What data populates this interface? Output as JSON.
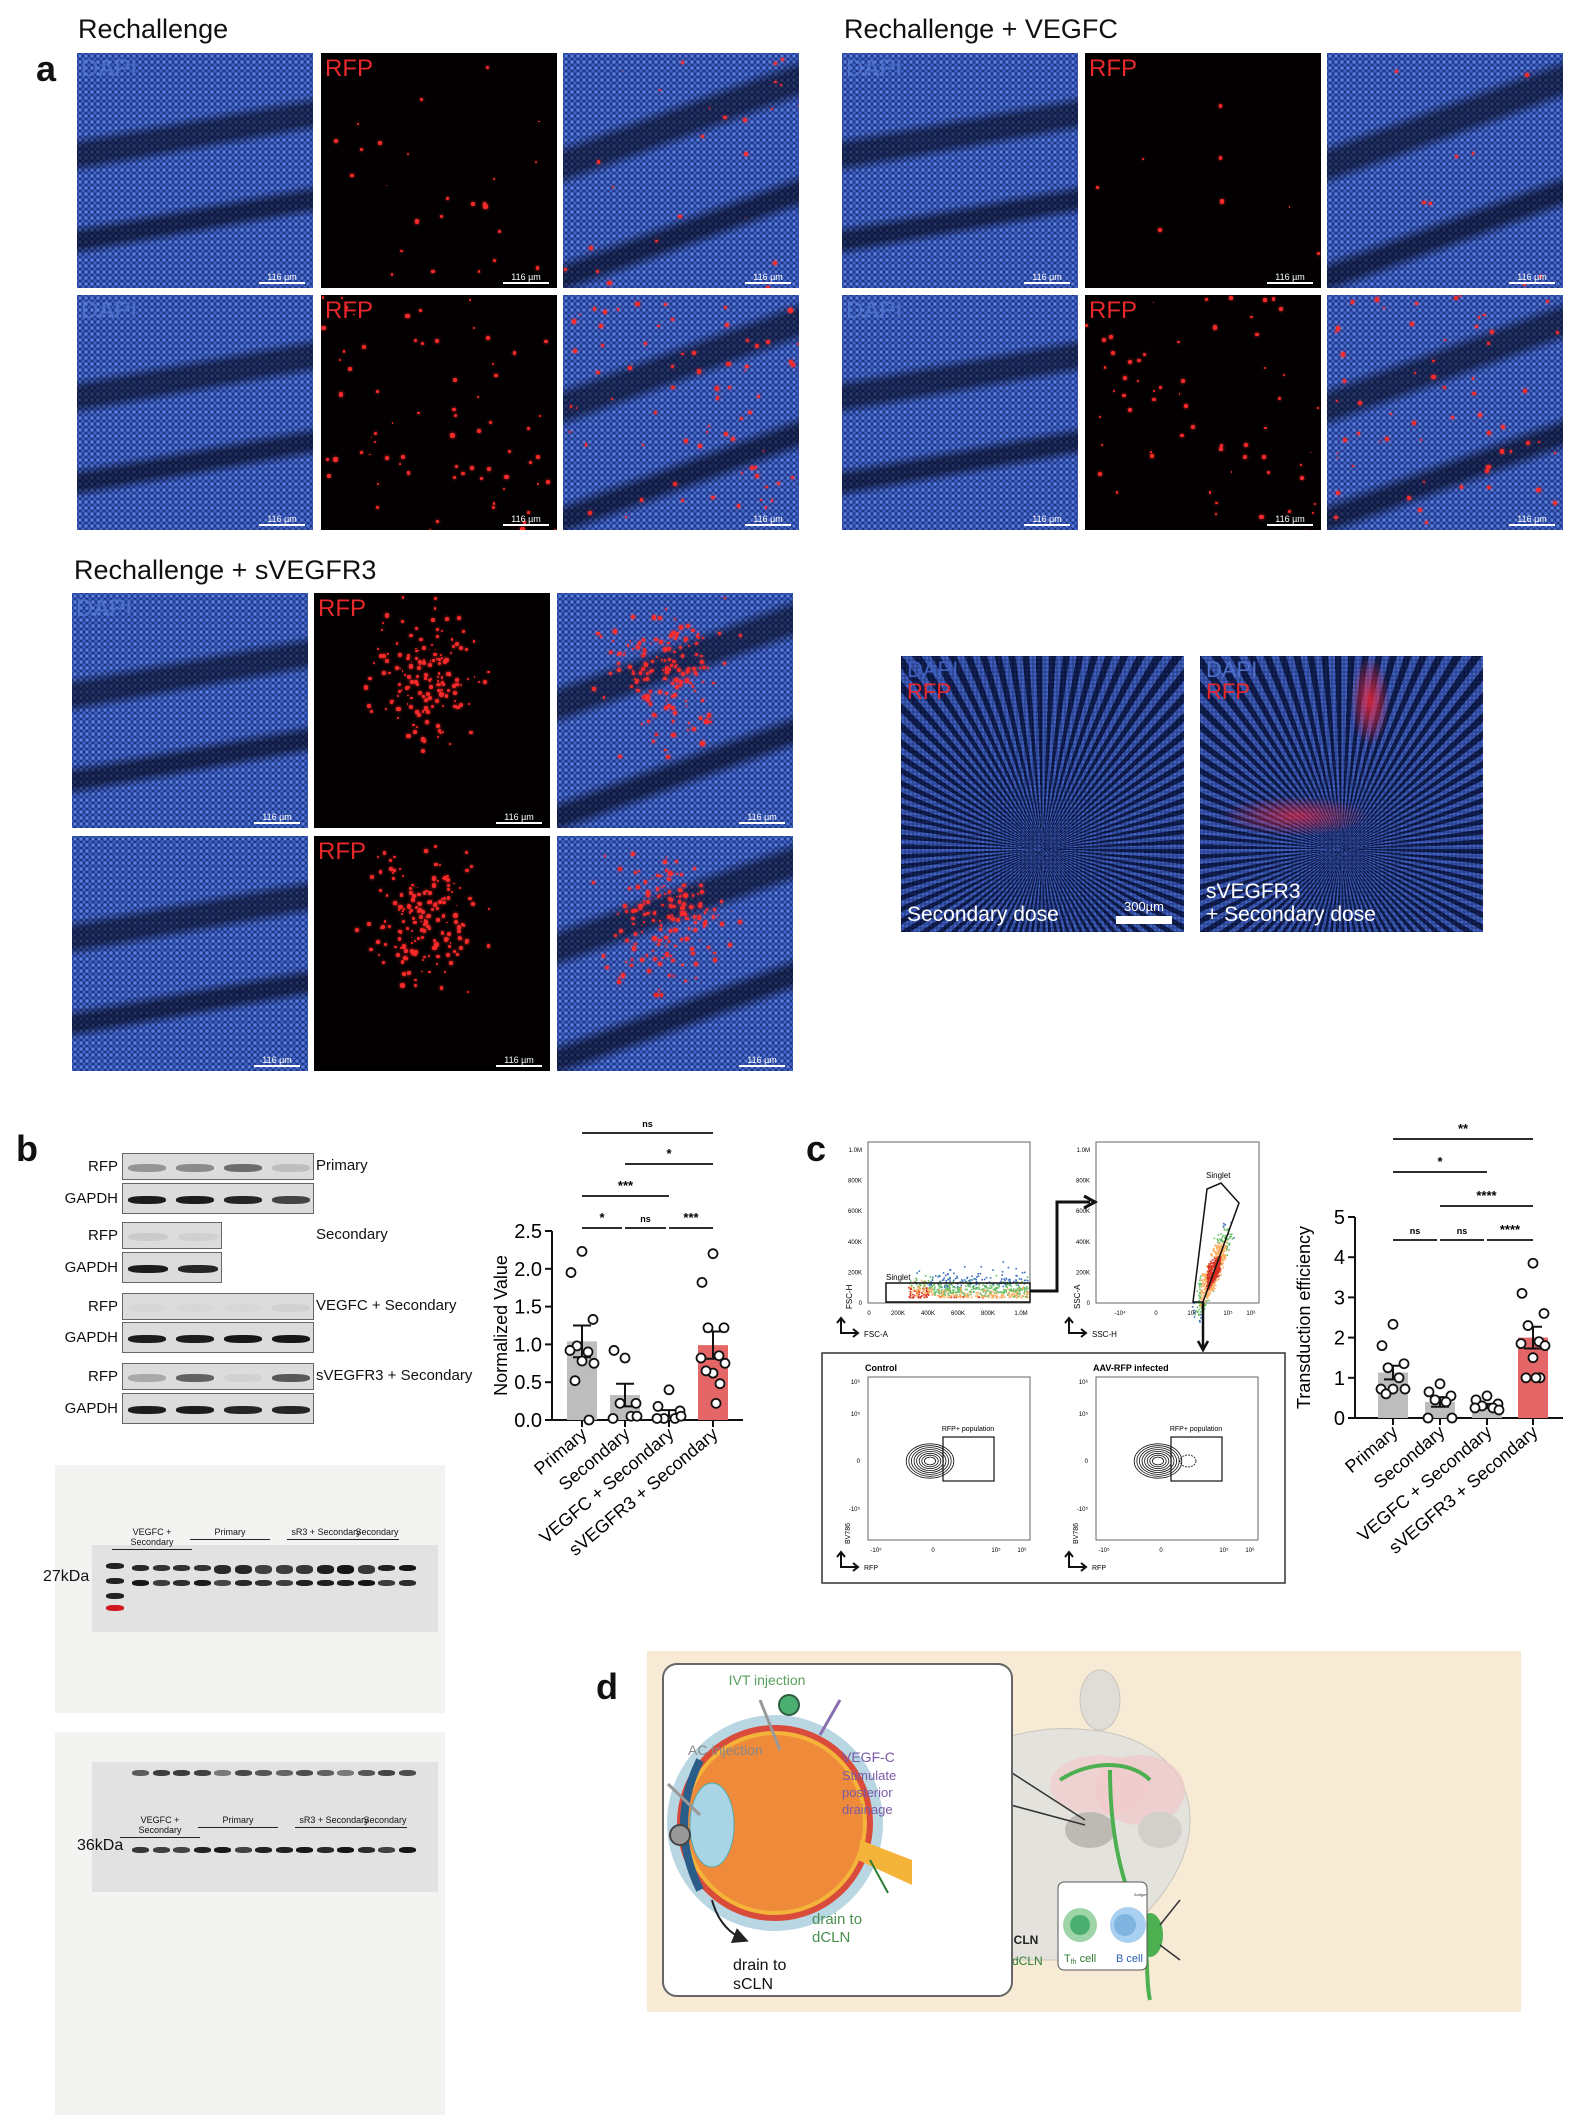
{
  "panel_a": {
    "label": "a",
    "scale_bar": "116 µm",
    "groups": [
      {
        "title": "Rechallenge",
        "rows": [
          [
            "DAPI",
            "RFP",
            ""
          ],
          [
            "DAPI",
            "RFP",
            ""
          ]
        ]
      },
      {
        "title": "Rechallenge + VEGFC",
        "rows": [
          [
            "DAPI",
            "RFP",
            ""
          ],
          [
            "DAPI",
            "RFP",
            ""
          ]
        ]
      },
      {
        "title": "Rechallenge + sVEGFR3",
        "rows": [
          [
            "DAPI",
            "RFP",
            ""
          ],
          [
            "",
            "RFP",
            ""
          ]
        ]
      }
    ],
    "flatmounts": [
      {
        "channel_1": "DAPI",
        "channel_2": "RFP",
        "caption_1": "Secondary dose",
        "caption_2": "",
        "scale_bar": "300µm"
      },
      {
        "channel_1": "DAPI",
        "channel_2": "RFP",
        "caption_1": "sVEGFR3",
        "caption_2": "+ Secondary dose",
        "scale_bar": ""
      }
    ]
  },
  "panel_b": {
    "label": "b",
    "row_labels": {
      "rfp": "RFP",
      "gapdh": "GAPDH"
    },
    "blots": [
      {
        "group": "Primary",
        "rfp_intensity": [
          0.35,
          0.4,
          0.55,
          0.15
        ],
        "gapdh_intensity": [
          0.95,
          0.95,
          0.9,
          0.75
        ]
      },
      {
        "group": "Secondary",
        "rfp_intensity": [
          0.08,
          0.06
        ],
        "gapdh_intensity": [
          0.95,
          0.9
        ]
      },
      {
        "group": "VEGFC + Secondary",
        "rfp_intensity": [
          0.03,
          0.02,
          0.02,
          0.05
        ],
        "gapdh_intensity": [
          0.95,
          0.95,
          0.98,
          0.98
        ]
      },
      {
        "group": "sVEGFR3 + Secondary",
        "rfp_intensity": [
          0.25,
          0.6,
          0.05,
          0.65
        ],
        "gapdh_intensity": [
          0.95,
          0.95,
          0.9,
          0.9
        ]
      }
    ],
    "full_blots": [
      {
        "marker": "27kDa",
        "lane_groups": [
          "VEGFC + Secondary",
          "Primary",
          "sR3 + Secondary",
          "Secondary"
        ]
      },
      {
        "marker": "36kDa",
        "lane_groups": [
          "VEGFC + Secondary",
          "Primary",
          "sR3 + Secondary",
          "Secondary"
        ]
      }
    ]
  },
  "panel_c": {
    "label": "c",
    "flow_top": [
      {
        "y_axis": "FSC-H",
        "x_axis": "FSC-A",
        "gate": "Singlet",
        "y_ticks": [
          "1.0M",
          "800K",
          "600K",
          "400K",
          "200K",
          "0"
        ],
        "x_ticks": [
          "0",
          "200K",
          "400K",
          "600K",
          "800K",
          "1.0M"
        ]
      },
      {
        "y_axis": "SSC-A",
        "x_axis": "SSC-H",
        "gate": "Singlet",
        "y_ticks": [
          "1.0M",
          "800K",
          "600K",
          "400K",
          "200K",
          "0"
        ],
        "x_ticks": [
          "-10⁴",
          "0",
          "10⁴",
          "10⁵",
          "10⁶"
        ]
      }
    ],
    "flow_bottom": [
      {
        "title": "Control",
        "y_axis": "BV786",
        "x_axis": "RFP",
        "gate": "RFP+ population",
        "y_ticks": [
          "10⁶",
          "10⁵",
          "0",
          "-10⁵"
        ],
        "x_ticks": [
          "-10⁵",
          "0",
          "10⁵",
          "10⁶"
        ]
      },
      {
        "title": "AAV-RFP infected",
        "y_axis": "BV786",
        "x_axis": "RFP",
        "gate": "RFP+ population",
        "y_ticks": [
          "10⁶",
          "10⁵",
          "0",
          "-10⁵"
        ],
        "x_ticks": [
          "-10⁵",
          "0",
          "10⁵",
          "10⁶"
        ]
      }
    ]
  },
  "panel_d": {
    "label": "d",
    "ivt": "IVT injection",
    "ac": "AC injection",
    "vegfc": [
      "VEGF-C",
      "Stimulate",
      "posterior",
      "drainage"
    ],
    "drain_dcln": [
      "drain to",
      "dCLN"
    ],
    "drain_scln": [
      "drain to",
      "sCLN"
    ],
    "scln": "sCLN",
    "dcln": "dCLN",
    "tfh": "T",
    "tfh_sub": "fh",
    "tfh_rest": " cell",
    "bcell": "B cell",
    "antigen": "Antigen",
    "colors": {
      "background": "#f7ebd6",
      "eye": "#ee8a3a",
      "lymph": "#4caf50",
      "bcell": "#5b9bd5"
    }
  },
  "chart_data": [
    {
      "type": "bar",
      "panel": "b",
      "title": "",
      "xlabel": "",
      "ylabel": "Normalized Value",
      "ylim": [
        0,
        2.5
      ],
      "yticks": [
        "0.0",
        "0.5",
        "1.0",
        "1.5",
        "2.0",
        "2.5"
      ],
      "categories": [
        "Primary",
        "Secondary",
        "VEGFC + Secondary",
        "sVEGFR3 + Secondary"
      ],
      "means": [
        1.04,
        0.33,
        0.08,
        0.99
      ],
      "sem": [
        0.21,
        0.15,
        0.05,
        0.18
      ],
      "points": [
        [
          2.23,
          1.95,
          1.33,
          0.98,
          0.9,
          0.92,
          0.75,
          0.78,
          0.52,
          0.0
        ],
        [
          0.82,
          0.92,
          0.22,
          0.22,
          0.05,
          0.02,
          0.05
        ],
        [
          0.4,
          0.18,
          0.12,
          0.02,
          0.02,
          0.02,
          0.05
        ],
        [
          2.2,
          1.82,
          1.22,
          1.22,
          0.85,
          0.82,
          0.75,
          0.62,
          0.65,
          0.48,
          0.22
        ]
      ],
      "bar_colors": [
        "#bdbdbd",
        "#bdbdbd",
        "#bdbdbd",
        "#e46666"
      ],
      "significance": [
        {
          "from": 0,
          "to": 3,
          "label": "ns"
        },
        {
          "from": 1,
          "to": 3,
          "label": "*"
        },
        {
          "from": 0,
          "to": 2,
          "label": "***"
        },
        {
          "from": 0,
          "to": 1,
          "label": "*"
        },
        {
          "from": 1,
          "to": 2,
          "label": "ns"
        },
        {
          "from": 2,
          "to": 3,
          "label": "***"
        }
      ]
    },
    {
      "type": "bar",
      "panel": "c",
      "title": "",
      "xlabel": "",
      "ylabel": "Transduction efficiency",
      "ylim": [
        0,
        5
      ],
      "yticks": [
        "0",
        "1",
        "2",
        "3",
        "4",
        "5"
      ],
      "categories": [
        "Primary",
        "Secondary",
        "VEGFC + Secondary",
        "sVEGFR3 + Secondary"
      ],
      "means": [
        1.13,
        0.4,
        0.3,
        2.0
      ],
      "sem": [
        0.17,
        0.12,
        0.05,
        0.27
      ],
      "points": [
        [
          2.33,
          1.8,
          1.35,
          1.25,
          1.0,
          0.72,
          0.72,
          0.72,
          0.6
        ],
        [
          0.85,
          0.65,
          0.55,
          0.45,
          0.4,
          0.0,
          0.0
        ],
        [
          0.55,
          0.45,
          0.35,
          0.3,
          0.25,
          0.25,
          0.2
        ],
        [
          3.85,
          3.1,
          2.6,
          2.3,
          1.9,
          1.85,
          1.8,
          1.5,
          1.0,
          1.0,
          1.0
        ]
      ],
      "bar_colors": [
        "#bdbdbd",
        "#bdbdbd",
        "#bdbdbd",
        "#e46666"
      ],
      "significance": [
        {
          "from": 0,
          "to": 3,
          "label": "**"
        },
        {
          "from": 0,
          "to": 2,
          "label": "*"
        },
        {
          "from": 1,
          "to": 3,
          "label": "****"
        },
        {
          "from": 0,
          "to": 1,
          "label": "ns"
        },
        {
          "from": 1,
          "to": 2,
          "label": "ns"
        },
        {
          "from": 2,
          "to": 3,
          "label": "****"
        }
      ]
    }
  ]
}
